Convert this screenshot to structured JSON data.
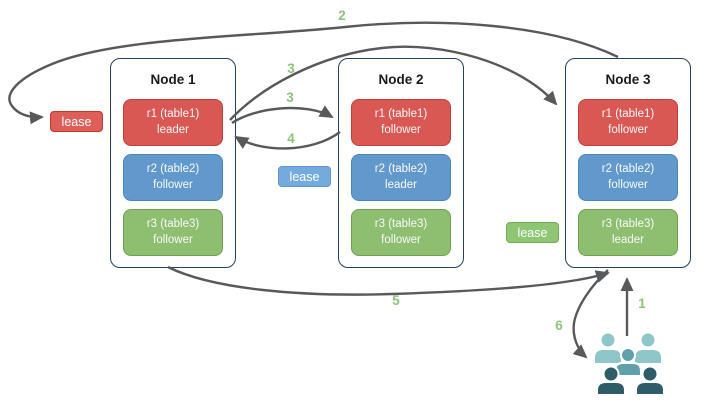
{
  "diagram": {
    "nodes": [
      {
        "title": "Node 1",
        "replicas": [
          {
            "range": "r1 (table1)",
            "role": "leader",
            "color": "#d95853"
          },
          {
            "range": "r2 (table2)",
            "role": "follower",
            "color": "#6299cd"
          },
          {
            "range": "r3 (table3)",
            "role": "follower",
            "color": "#8ebf70"
          }
        ]
      },
      {
        "title": "Node 2",
        "replicas": [
          {
            "range": "r1 (table1)",
            "role": "follower",
            "color": "#d95853"
          },
          {
            "range": "r2 (table2)",
            "role": "leader",
            "color": "#6299cd"
          },
          {
            "range": "r3 (table3)",
            "role": "follower",
            "color": "#8ebf70"
          }
        ]
      },
      {
        "title": "Node 3",
        "replicas": [
          {
            "range": "r1 (table1)",
            "role": "follower",
            "color": "#d95853"
          },
          {
            "range": "r2 (table2)",
            "role": "follower",
            "color": "#6299cd"
          },
          {
            "range": "r3 (table3)",
            "role": "leader",
            "color": "#8ebf70"
          }
        ]
      }
    ],
    "leases": [
      {
        "label": "lease",
        "color": "#dd5f5a"
      },
      {
        "label": "lease",
        "color": "#74abdf"
      },
      {
        "label": "lease",
        "color": "#8ec674"
      }
    ],
    "step_labels": [
      "2",
      "3",
      "3",
      "4",
      "5",
      "1",
      "6"
    ],
    "colors": {
      "arrow": "#58595b",
      "step_number": "#8cc47a",
      "node_border": "#24415f",
      "red_fill": "#d95853",
      "blue_fill": "#6299cd",
      "green_fill": "#8ebf70",
      "users_light": "#8fc6c9",
      "users_mid": "#60a0a8",
      "users_dark": "#2e5c68"
    }
  }
}
